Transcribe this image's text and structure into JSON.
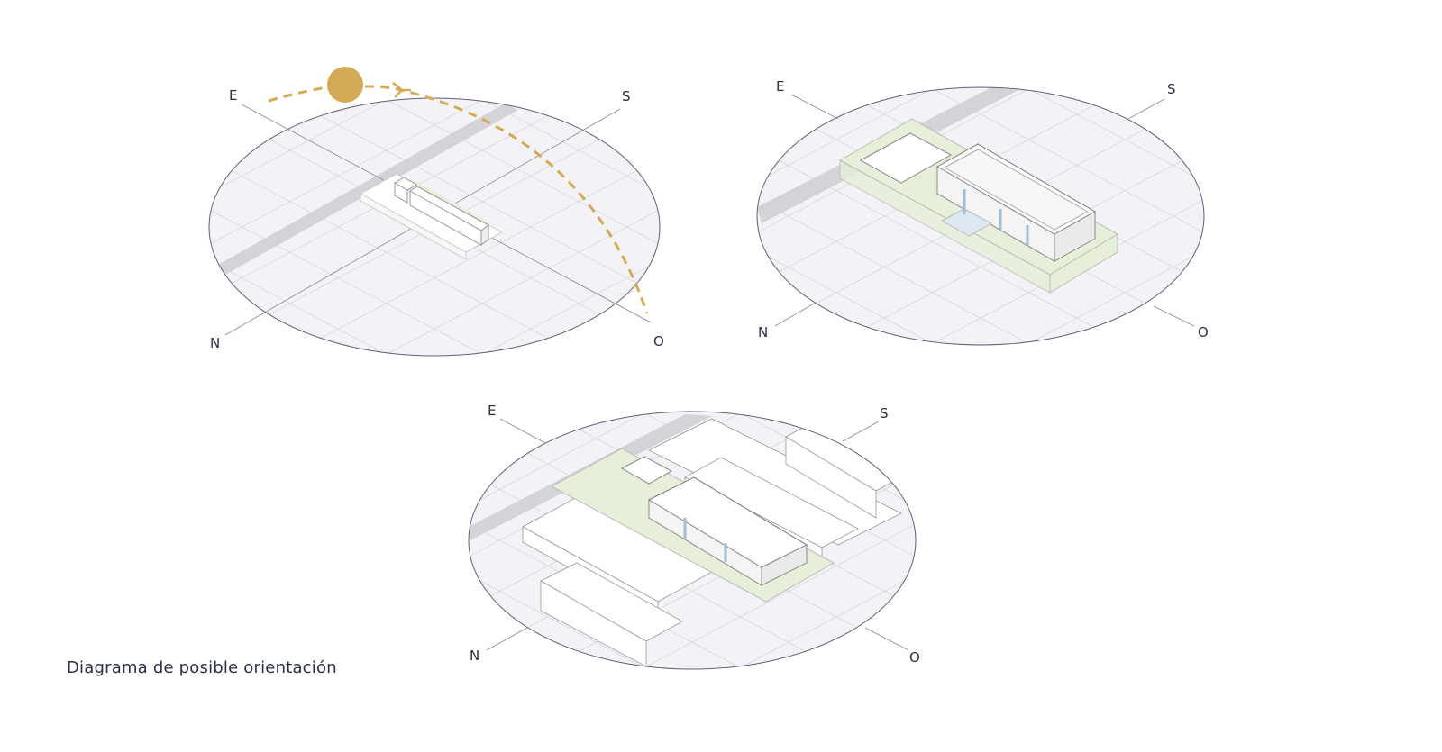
{
  "caption": "Diagrama de posible orientación",
  "colors": {
    "sun": "#d4aa55",
    "ground": "#f3f3f7",
    "ellipse_stroke": "#5d6176",
    "street": "#d3d3d8",
    "green": "#e6efd9"
  },
  "diagrams": [
    {
      "name": "site-context",
      "compass": {
        "E": "E",
        "S": "S",
        "N": "N",
        "O": "O"
      },
      "sun_icon": "sun-icon"
    },
    {
      "name": "house-open-plan",
      "compass": {
        "E": "E",
        "S": "S",
        "N": "N",
        "O": "O"
      }
    },
    {
      "name": "house-with-neighbors",
      "compass": {
        "E": "E",
        "S": "S",
        "N": "N",
        "O": "O"
      }
    }
  ]
}
